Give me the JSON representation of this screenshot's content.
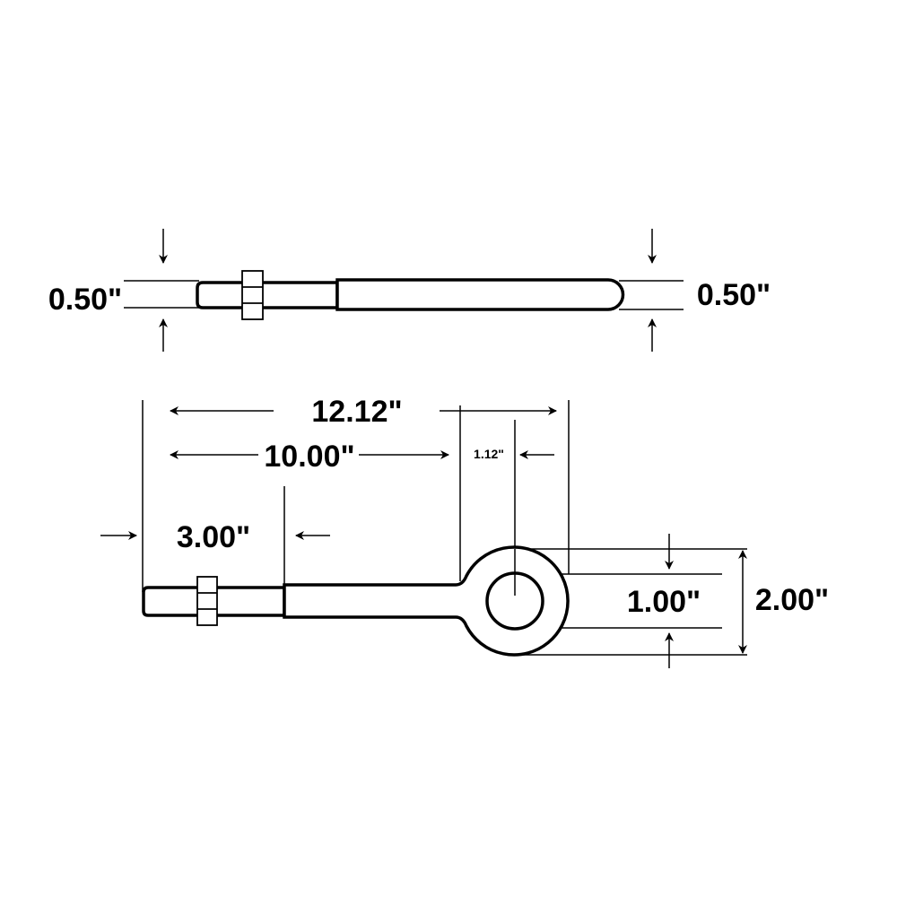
{
  "side_view": {
    "left_diameter_label": "0.50\"",
    "right_diameter_label": "0.50\""
  },
  "front_view": {
    "overall_length_label": "12.12\"",
    "shank_length_label": "10.00\"",
    "eye_center_offset_label": "1.12\"",
    "thread_length_label": "3.00\"",
    "eye_inner_diameter_label": "1.00\"",
    "eye_outer_diameter_label": "2.00\""
  },
  "colors": {
    "line": "#000000",
    "background": "#ffffff"
  }
}
